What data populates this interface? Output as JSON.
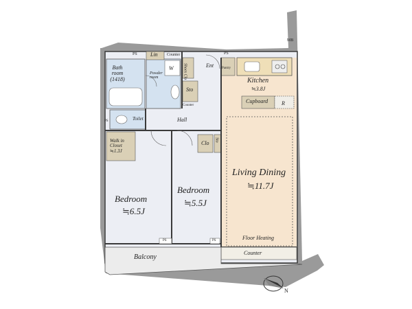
{
  "labels": {
    "ps_top_left": "PS",
    "lin": "Lin",
    "counter_small": "Counter",
    "ps_top_mid": "PS",
    "mb": "MB",
    "bath_room": "Bath\nroom\n(1418)",
    "powder_room": "Powder\nroom",
    "w": "W",
    "shoes_clo": "Shoes Clo",
    "ent": "Ent",
    "pantry": "Pantry",
    "kitchen": "Kitchen",
    "kitchen_area": "≒3.8J",
    "cupboard": "Cupboard",
    "r": "R",
    "sto_top": "Sto",
    "counter_hall": "Counter",
    "toilet": "Toilet",
    "ps_left": "PS",
    "hall": "Hall",
    "walk_in_closet": "Walk in\nCloset\n≒1.3J",
    "clo": "Clo",
    "sto_mid": "Sto",
    "living_dining": "Living Dining",
    "living_dining_area": "≒11.7J",
    "bedroom1": "Bedroom",
    "bedroom1_area": "≒6.5J",
    "bedroom2": "Bedroom",
    "bedroom2_area": "≒5.5J",
    "floor_heating": "Floor Heating",
    "ps_bottom1": "PS",
    "ps_bottom2": "PS",
    "counter_bottom": "Counter",
    "balcony": "Balcony",
    "north": "N"
  },
  "colors": {
    "wall": "#3a3a3a",
    "room": "#eceef4",
    "bath": "#d4e2f0",
    "living": "#f7e5cf",
    "storage": "#dad0b6",
    "balcony": "#ececec"
  }
}
